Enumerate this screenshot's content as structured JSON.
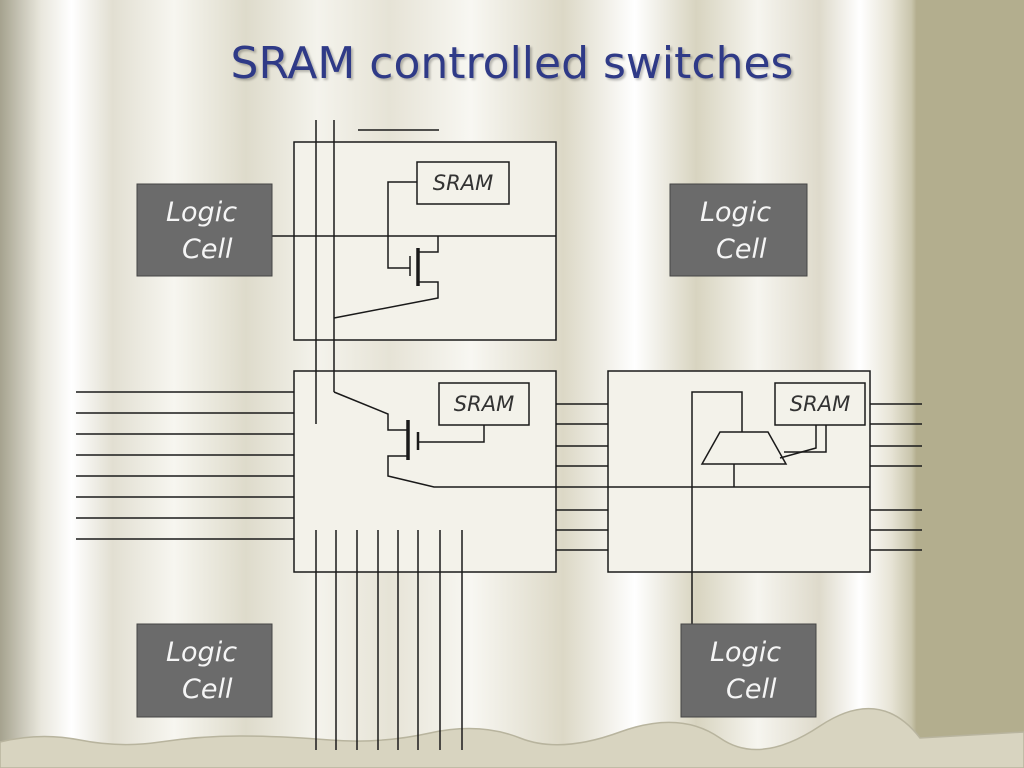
{
  "slide": {
    "title": "SRAM controlled switches"
  },
  "diagram": {
    "logic_cells": [
      {
        "line1": "Logic",
        "line2": "Cell"
      },
      {
        "line1": "Logic",
        "line2": "Cell"
      },
      {
        "line1": "Logic",
        "line2": "Cell"
      },
      {
        "line1": "Logic",
        "line2": "Cell"
      }
    ],
    "sram_blocks": [
      {
        "label": "SRAM"
      },
      {
        "label": "SRAM"
      },
      {
        "label": "SRAM"
      }
    ]
  },
  "colors": {
    "title": "#2f3a87",
    "logic_cell_fill": "#6b6b6b",
    "line": "#1a1a1a",
    "box_fill": "#f3f2ea",
    "right_band": "#b3ae8e"
  }
}
